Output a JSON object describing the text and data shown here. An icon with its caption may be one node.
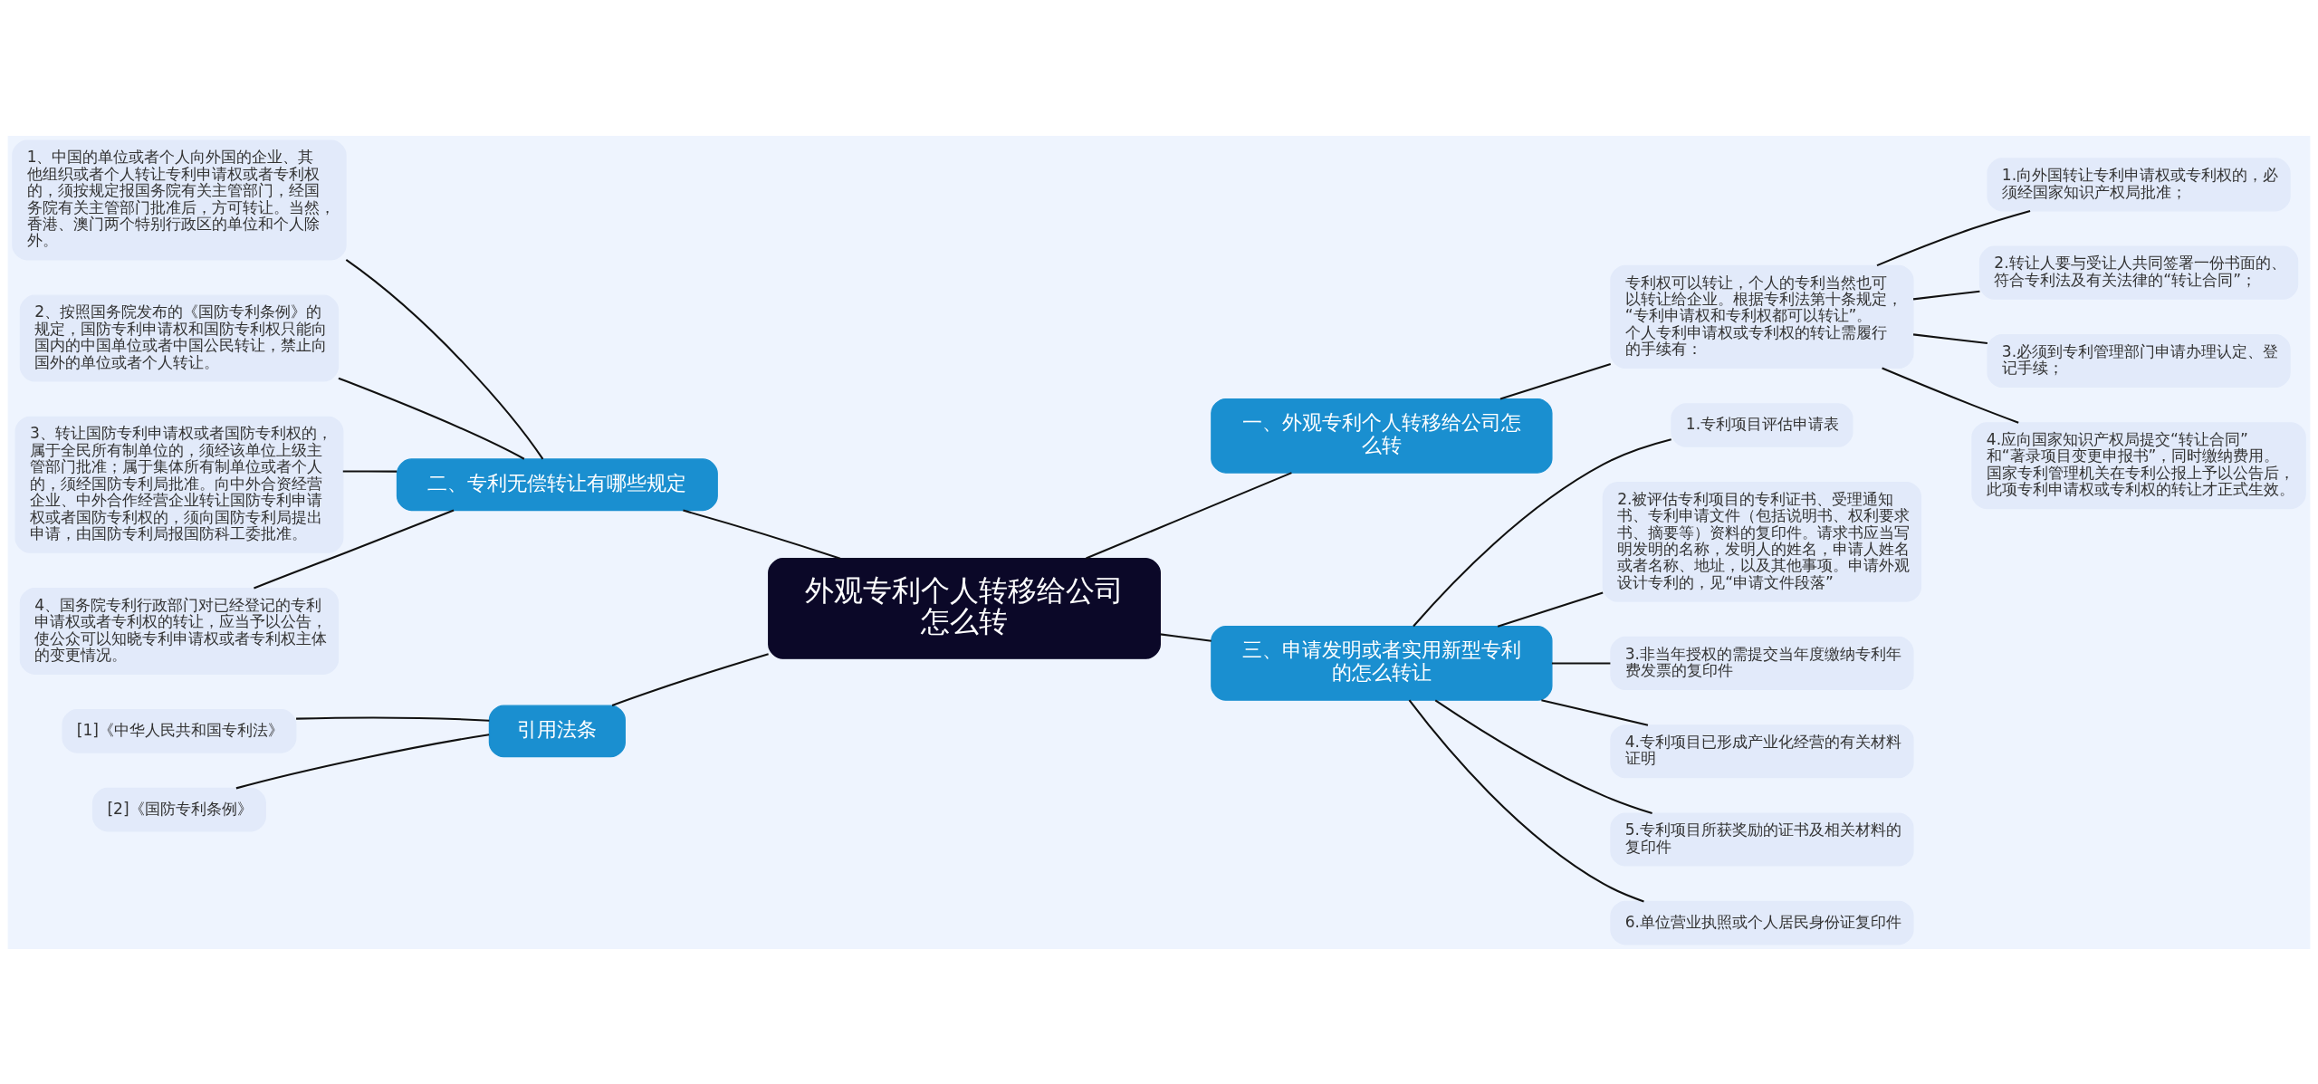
{
  "diagram": {
    "nodes": [
      {
        "text": [
          "外观专利个人转移给公司怎么转"
        ]
      },
      {
        "text": [
          "一、外观专利个人转移给公司怎么转"
        ]
      },
      {
        "text": [
          "专利权可以转让，个人的专利当然也可以转让给企业。根据专利法第十条规定，“专利申请权和专利权都可以转让”。个人专利申请权或专利权的转让需履行的手续有："
        ]
      },
      {
        "text": [
          "1.向外国转让专利申请权或专利权的，必须经国家知识产权局批准；"
        ]
      },
      {
        "text": [
          "2.转让人要与受让人共同签署一份书面的、符合专利法及有关法律的“转让合同”；"
        ]
      },
      {
        "text": [
          "3.必须到专利管理部门申请办理认定、登记手续；"
        ]
      },
      {
        "text": [
          "4.应向国家知识产权局提交“转让合同”和“著录项目变更申报书”，同时缴纳费用。国家专利管理机关在专利公报上予以公告后，此项专利申请权或专利权的转让才正式生效。"
        ]
      },
      {
        "text": [
          "二、专利无偿转让有哪些规定"
        ]
      },
      {
        "text": [
          "1、中国的单位或者个人向外国的企业、其他组织或者个人转让专利申请权或者专利权的，须按规定报国务院有关主管部门，经国务院有关主管部门批准后，方可转让。当然，香港、澳门两个特别行政区的单位和个人除外。"
        ]
      },
      {
        "text": [
          "2、按照国务院发布的《国防专利条例》的规定，国防专利申请权和国防专利权只能向国内的中国单位或者中国公民转让，禁止向国外的单位或者个人转让。"
        ]
      },
      {
        "text": [
          "3、转让国防专利申请权或者国防专利权的，属于全民所有制单位的，须经该单位上级主管部门批准；属于集体所有制单位或者个人的，须经国防专利局批准。向中外合资经营企业、中外合作经营企业转让国防专利申请权或者国防专利权的，须向国防专利局提出申请，由国防专利局报国防科工委批准。"
        ]
      },
      {
        "text": [
          "4、国务院专利行政部门对已经登记的专利申请权或者专利权的转让，应当予以公告，使公众可以知晓专利申请权或者专利权主体的变更情况。"
        ]
      },
      {
        "text": [
          "引用法条"
        ]
      },
      {
        "text": [
          "[1]《中华人民共和国专利法》"
        ]
      },
      {
        "text": [
          "[2]《国防专利条例》"
        ]
      },
      {
        "text": [
          "三、申请发明或者实用新型专利的怎么转让"
        ]
      },
      {
        "text": [
          "1.专利项目评估申请表"
        ]
      },
      {
        "text": [
          "2.被评估专利项目的专利证书、受理通知书、专利申请文件（包括说明书、权利要求书、摘要等）资料的复印件。请求书应当写明发明的名称，发明人的姓名，申请人姓名或者名称、地址，以及其他事项。申请外观设计专利的，见“申请文件段落”"
        ]
      },
      {
        "text": [
          "3.非当年授权的需提交当年度缴纳专利年费发票的复印件"
        ]
      },
      {
        "text": [
          "4.专利项目已形成产业化经营的有关材料证明"
        ]
      },
      {
        "text": [
          "5.专利项目所获奖励的证书及相关材料的复印件"
        ]
      },
      {
        "text": [
          "6.单位营业执照或个人居民身份证复印件"
        ]
      }
    ],
    "edges": [
      {
        "from": 0,
        "to": 1,
        "arrow": "none"
      },
      {
        "from": 1,
        "to": 2,
        "arrow": "none"
      },
      {
        "from": 2,
        "to": 3,
        "arrow": "none"
      },
      {
        "from": 2,
        "to": 4,
        "arrow": "none"
      },
      {
        "from": 2,
        "to": 5,
        "arrow": "none"
      },
      {
        "from": 2,
        "to": 6,
        "arrow": "none"
      },
      {
        "from": 0,
        "to": 7,
        "arrow": "none"
      },
      {
        "from": 7,
        "to": 8,
        "arrow": "none"
      },
      {
        "from": 7,
        "to": 9,
        "arrow": "none"
      },
      {
        "from": 7,
        "to": 10,
        "arrow": "none"
      },
      {
        "from": 7,
        "to": 11,
        "arrow": "none"
      },
      {
        "from": 0,
        "to": 12,
        "arrow": "none"
      },
      {
        "from": 12,
        "to": 13,
        "arrow": "none"
      },
      {
        "from": 12,
        "to": 14,
        "arrow": "none"
      },
      {
        "from": 0,
        "to": 15,
        "arrow": "none"
      },
      {
        "from": 15,
        "to": 16,
        "arrow": "none"
      },
      {
        "from": 15,
        "to": 17,
        "arrow": "none"
      },
      {
        "from": 15,
        "to": 18,
        "arrow": "none"
      },
      {
        "from": 15,
        "to": 19,
        "arrow": "none"
      },
      {
        "from": 15,
        "to": 20,
        "arrow": "none"
      },
      {
        "from": 15,
        "to": 21,
        "arrow": "none"
      }
    ]
  }
}
